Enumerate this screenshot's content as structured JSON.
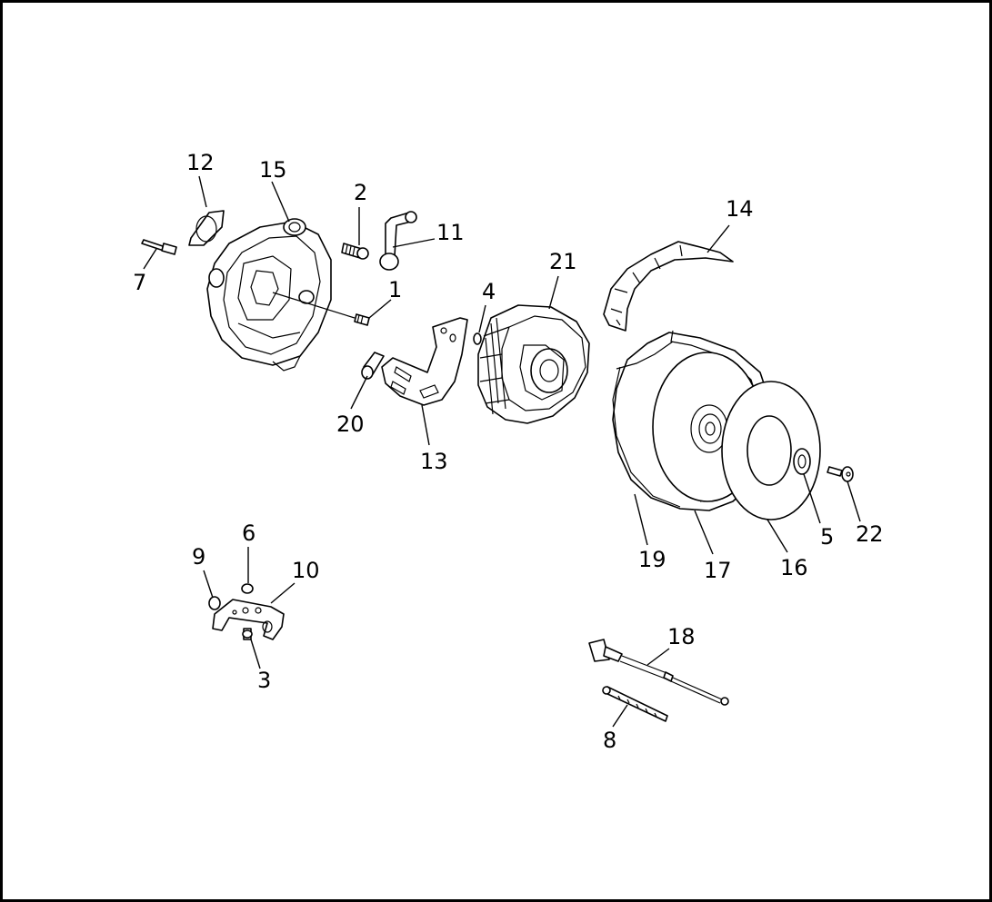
{
  "callouts": [
    "12",
    "15",
    "2",
    "11",
    "7",
    "1",
    "21",
    "4",
    "14",
    "20",
    "13",
    "19",
    "17",
    "16",
    "5",
    "22",
    "6",
    "9",
    "10",
    "3",
    "18",
    "8"
  ]
}
